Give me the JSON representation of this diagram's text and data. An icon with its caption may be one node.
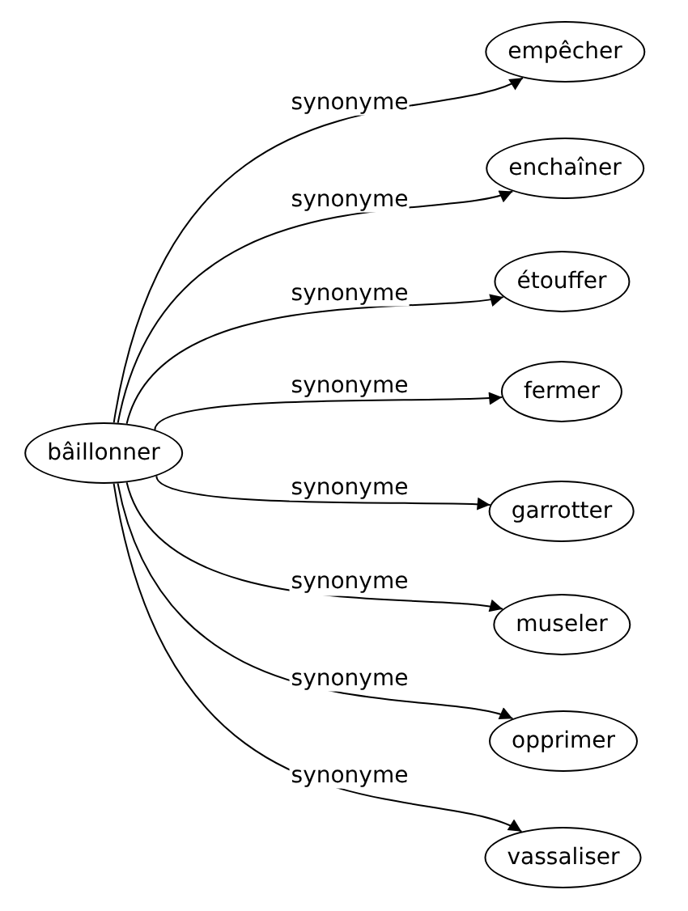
{
  "diagram": {
    "nodes": [
      {
        "text": [
          "bâillonner"
        ]
      },
      {
        "text": [
          "empêcher"
        ]
      },
      {
        "text": [
          "enchaîner"
        ]
      },
      {
        "text": [
          "étouffer"
        ]
      },
      {
        "text": [
          "fermer"
        ]
      },
      {
        "text": [
          "garrotter"
        ]
      },
      {
        "text": [
          "museler"
        ]
      },
      {
        "text": [
          "opprimer"
        ]
      },
      {
        "text": [
          "vassaliser"
        ]
      }
    ],
    "edges": [
      {
        "from": 0,
        "to": 1,
        "arrow": "to",
        "label": "synonyme"
      },
      {
        "from": 0,
        "to": 2,
        "arrow": "to",
        "label": "synonyme"
      },
      {
        "from": 0,
        "to": 3,
        "arrow": "to",
        "label": "synonyme"
      },
      {
        "from": 0,
        "to": 4,
        "arrow": "to",
        "label": "synonyme"
      },
      {
        "from": 0,
        "to": 5,
        "arrow": "to",
        "label": "synonyme"
      },
      {
        "from": 0,
        "to": 6,
        "arrow": "to",
        "label": "synonyme"
      },
      {
        "from": 0,
        "to": 7,
        "arrow": "to",
        "label": "synonyme"
      },
      {
        "from": 0,
        "to": 8,
        "arrow": "to",
        "label": "synonyme"
      }
    ]
  }
}
